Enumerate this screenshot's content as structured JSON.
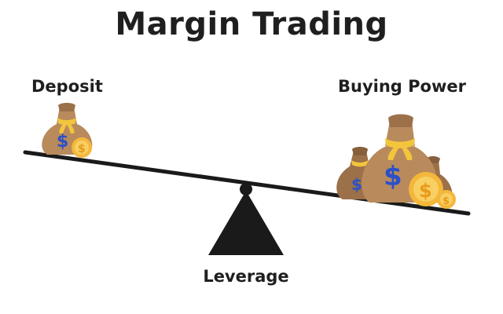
{
  "title": "Margin Trading",
  "labels": {
    "deposit": "Deposit",
    "buying_power": "Buying Power",
    "leverage": "Leverage"
  },
  "icons": {
    "deposit_bag": "money-bag-icon",
    "buying_power_bags": "money-bags-icon",
    "coin": "dollar-coin-icon",
    "fulcrum": "fulcrum-triangle-icon"
  },
  "colors": {
    "text": "#1f1f1f",
    "bag": "#b88a5c",
    "bag_dark": "#9c7048",
    "tie": "#f2c53d",
    "coin": "#f4b73a",
    "coin_inner": "#f8cf62",
    "dollar": "#2b50c8",
    "beam": "#1a1a1a"
  }
}
